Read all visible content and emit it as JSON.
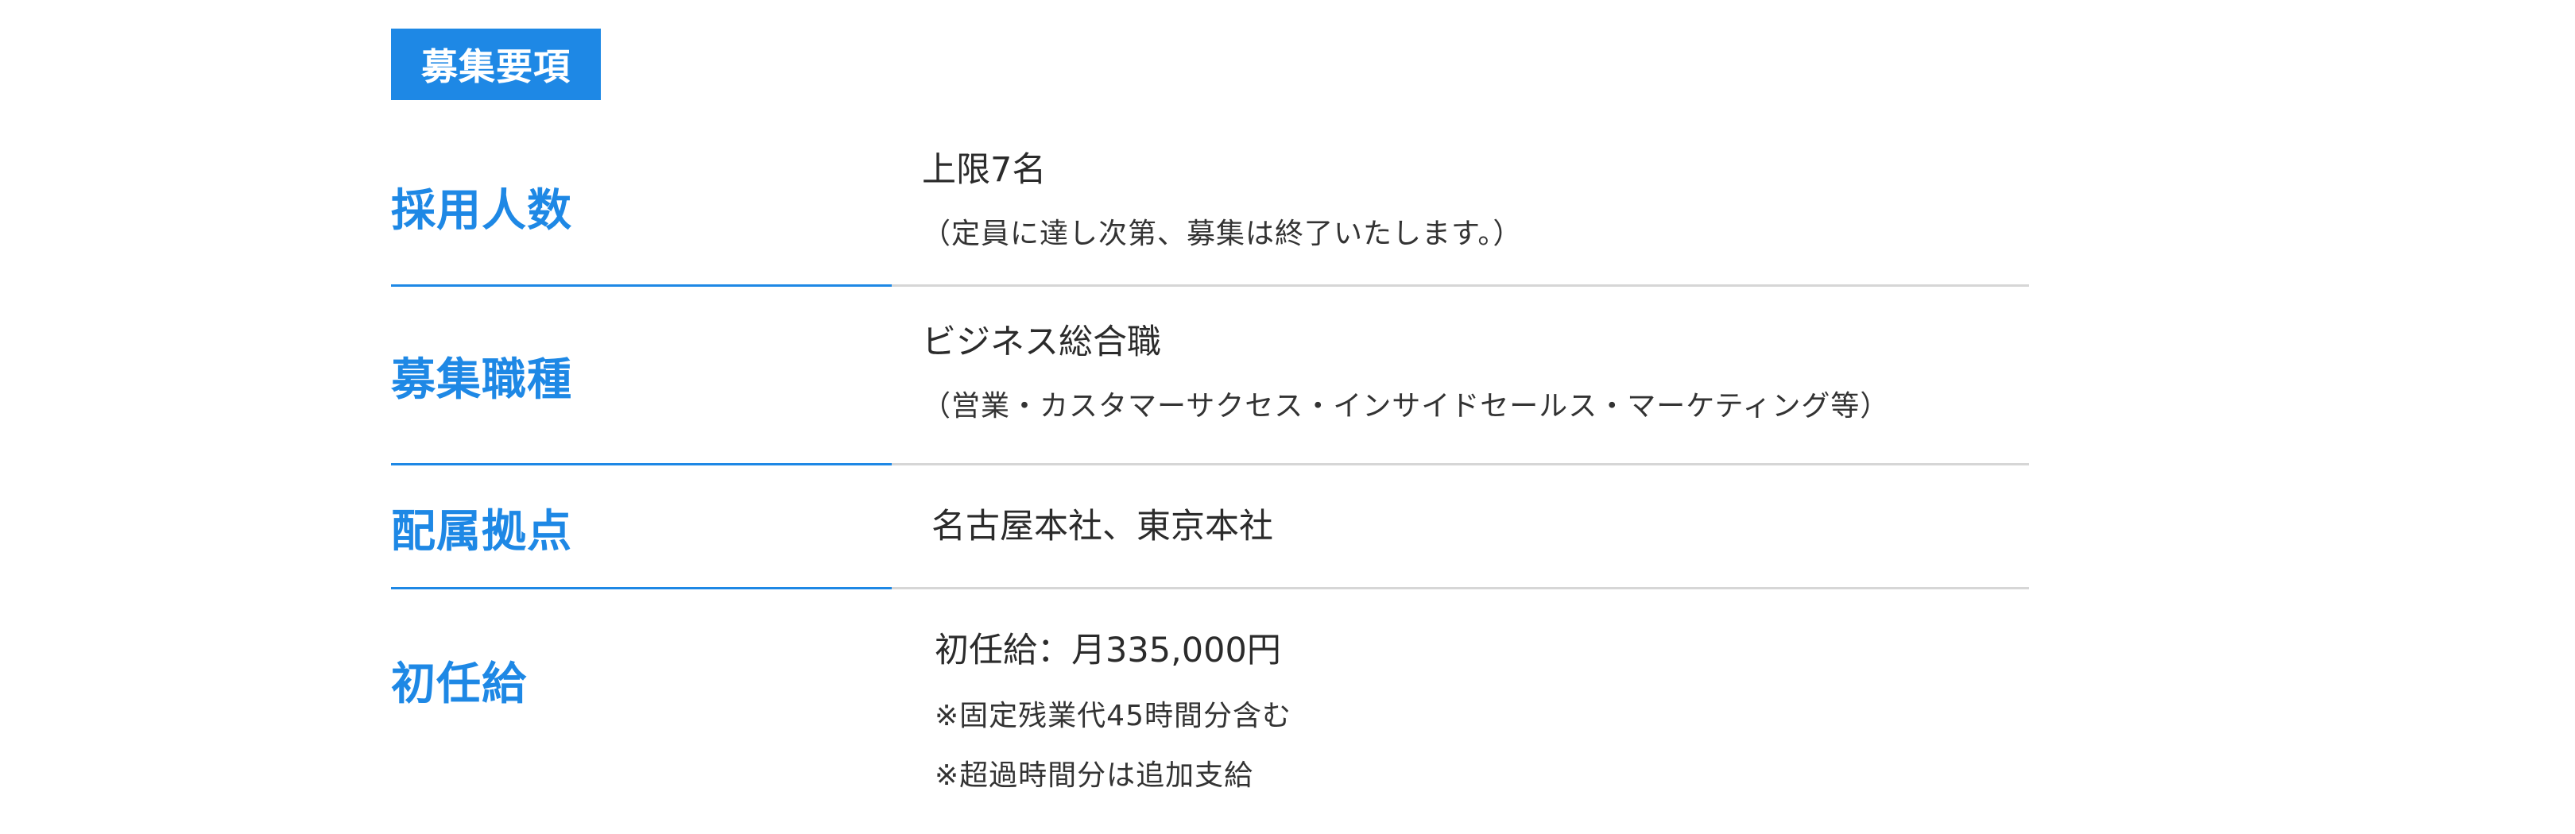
{
  "section_badge": "募集要項",
  "colors": {
    "accent": "#1E88E5",
    "divider": "#d6d6d6",
    "text": "#333333"
  },
  "rows": [
    {
      "label": "採用人数",
      "main": "上限7名",
      "lines": [
        "（定員に達し次第、募集は終了いたします。）"
      ]
    },
    {
      "label": "募集職種",
      "main": "ビジネス総合職",
      "lines": [
        "（営業・カスタマーサクセス・インサイドセールス・マーケティング等）"
      ]
    },
    {
      "label": "配属拠点",
      "main": "名古屋本社、東京本社",
      "lines": []
    },
    {
      "label": "初任給",
      "main": "初任給：月335,000円",
      "lines": [
        "※固定残業代45時間分含む",
        "※超過時間分は追加支給"
      ]
    }
  ]
}
